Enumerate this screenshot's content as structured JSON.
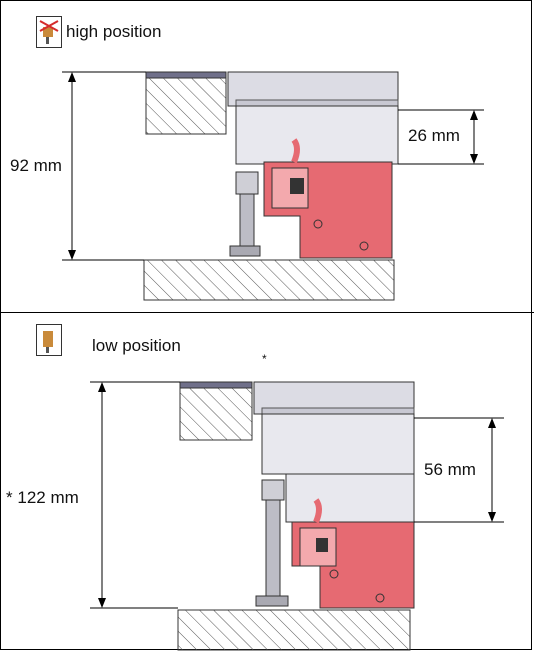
{
  "top": {
    "title": "high position",
    "dim_total": "92 mm",
    "dim_offset": "26 mm",
    "icon": "plug-crossed-icon"
  },
  "bottom": {
    "title": "low position",
    "dim_total": "122 mm",
    "dim_offset": "56 mm",
    "asterisk_mark": "*",
    "asterisk_prefix": "*",
    "icon": "plug-icon"
  },
  "colors": {
    "red_housing": "#e66a72",
    "red_light": "#f3a9ad",
    "grey_panel": "#dcdce4",
    "blue_top": "#70708a"
  }
}
